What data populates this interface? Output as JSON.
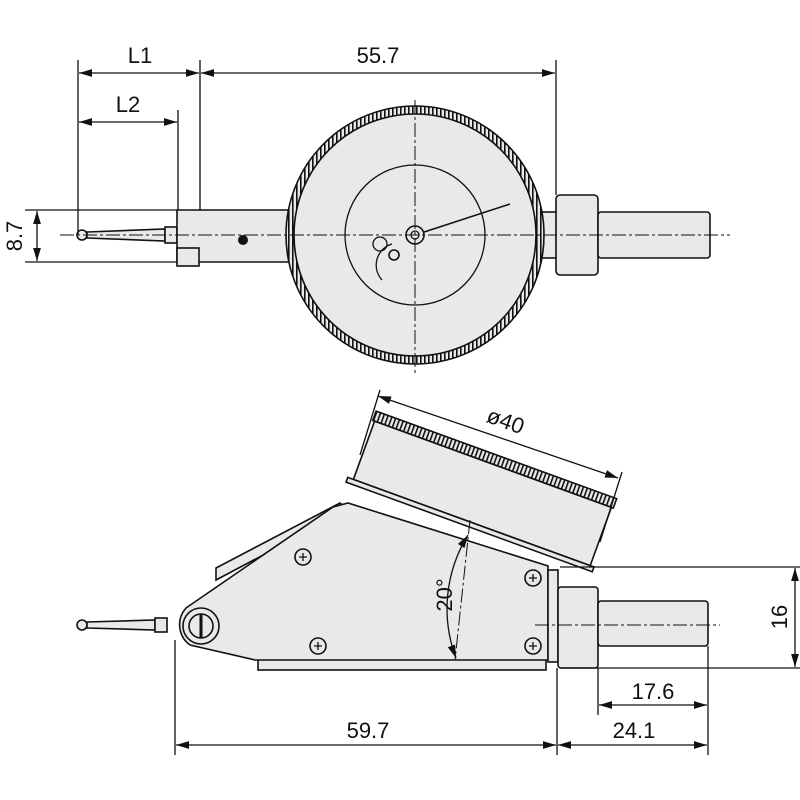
{
  "title": "Dial test indicator dimensional drawing",
  "dimensions": {
    "l1": "L1",
    "l2": "L2",
    "length_top": "55.7",
    "height_top": "8.7",
    "dial_diameter": "ø40",
    "tilt_angle": "20°",
    "stem_height": "16",
    "stem_length": "17.6",
    "stem_total": "24.1",
    "body_length": "59.7"
  }
}
